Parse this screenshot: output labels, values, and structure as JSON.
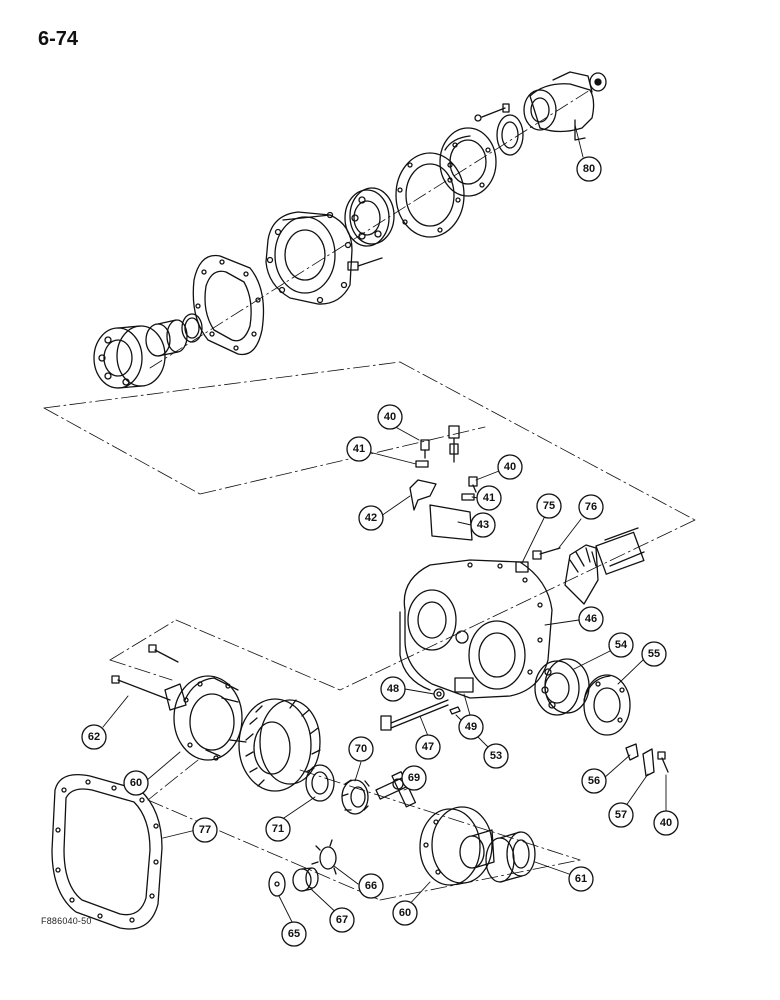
{
  "page_number": "6-74",
  "figure_code": "F886040-50",
  "callouts": {
    "c80": "80",
    "c40a": "40",
    "c41a": "41",
    "c42": "42",
    "c40b": "40",
    "c41b": "41",
    "c43": "43",
    "c75": "75",
    "c76": "76",
    "c46": "46",
    "c54": "54",
    "c55": "55",
    "c48": "48",
    "c49": "49",
    "c47": "47",
    "c53": "53",
    "c62": "62",
    "c60a": "60",
    "c70": "70",
    "c69": "69",
    "c71": "71",
    "c77": "77",
    "c56": "56",
    "c57": "57",
    "c40c": "40",
    "c66": "66",
    "c61": "61",
    "c60b": "60",
    "c67": "67",
    "c65": "65"
  },
  "colors": {
    "ink": "#111111",
    "paper": "#ffffff"
  }
}
